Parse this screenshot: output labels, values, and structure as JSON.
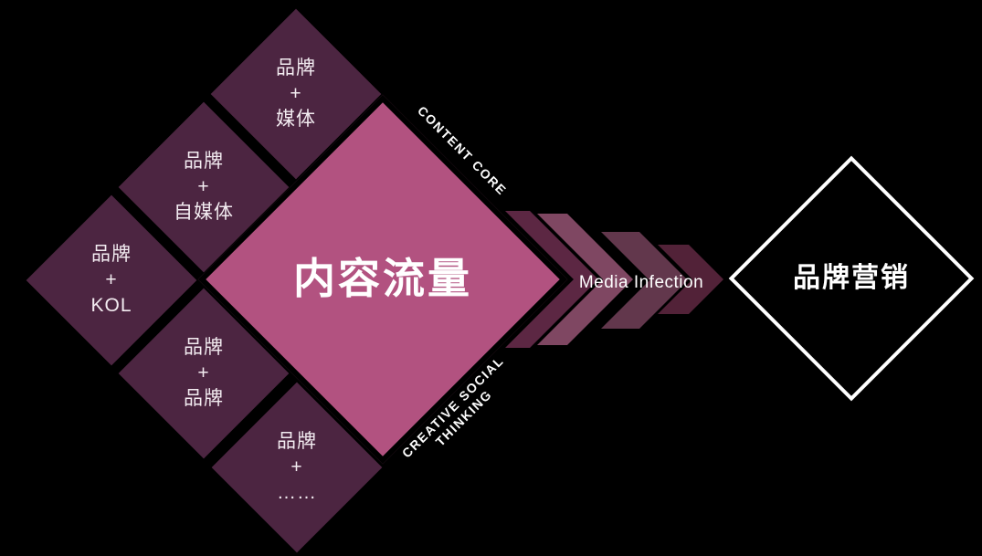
{
  "colors": {
    "background": "#000000",
    "small_diamond_fill": "#4c2541",
    "core_diamond_fill": "#b25280",
    "core_diamond_outline": "#000000",
    "output_diamond_border": "#ffffff",
    "chevron_solid": "#5c2743",
    "chevron_translucent": "#cd739e",
    "text": "#ffffff"
  },
  "diagram": {
    "input_nodes": [
      {
        "lines": [
          "品牌",
          "+",
          "媒体"
        ]
      },
      {
        "lines": [
          "品牌",
          "+",
          "自媒体"
        ]
      },
      {
        "lines": [
          "品牌",
          "+",
          "KOL"
        ]
      },
      {
        "lines": [
          "品牌",
          "+",
          "品牌"
        ]
      },
      {
        "lines": [
          "品牌",
          "+",
          "……"
        ]
      }
    ],
    "core_node": {
      "label": "内容流量"
    },
    "edge_labels": {
      "top": "CONTENT CORE",
      "bottom_line1": "CREATIVE SOCIAL",
      "bottom_line2": "THINKING"
    },
    "arrow_label": "Media Infection",
    "output_node": {
      "label": "品牌营销"
    }
  }
}
